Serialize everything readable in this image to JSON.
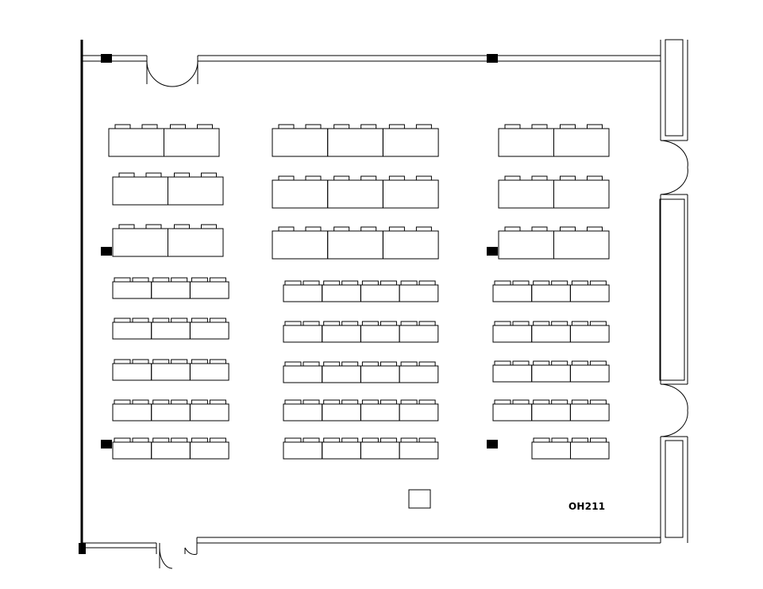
{
  "room": {
    "label": "OH211"
  },
  "colors": {
    "line": "#000000",
    "background": "#ffffff"
  },
  "layout_summary": {
    "large_table_rows": 3,
    "small_table_rows": 5,
    "columns": 3
  }
}
